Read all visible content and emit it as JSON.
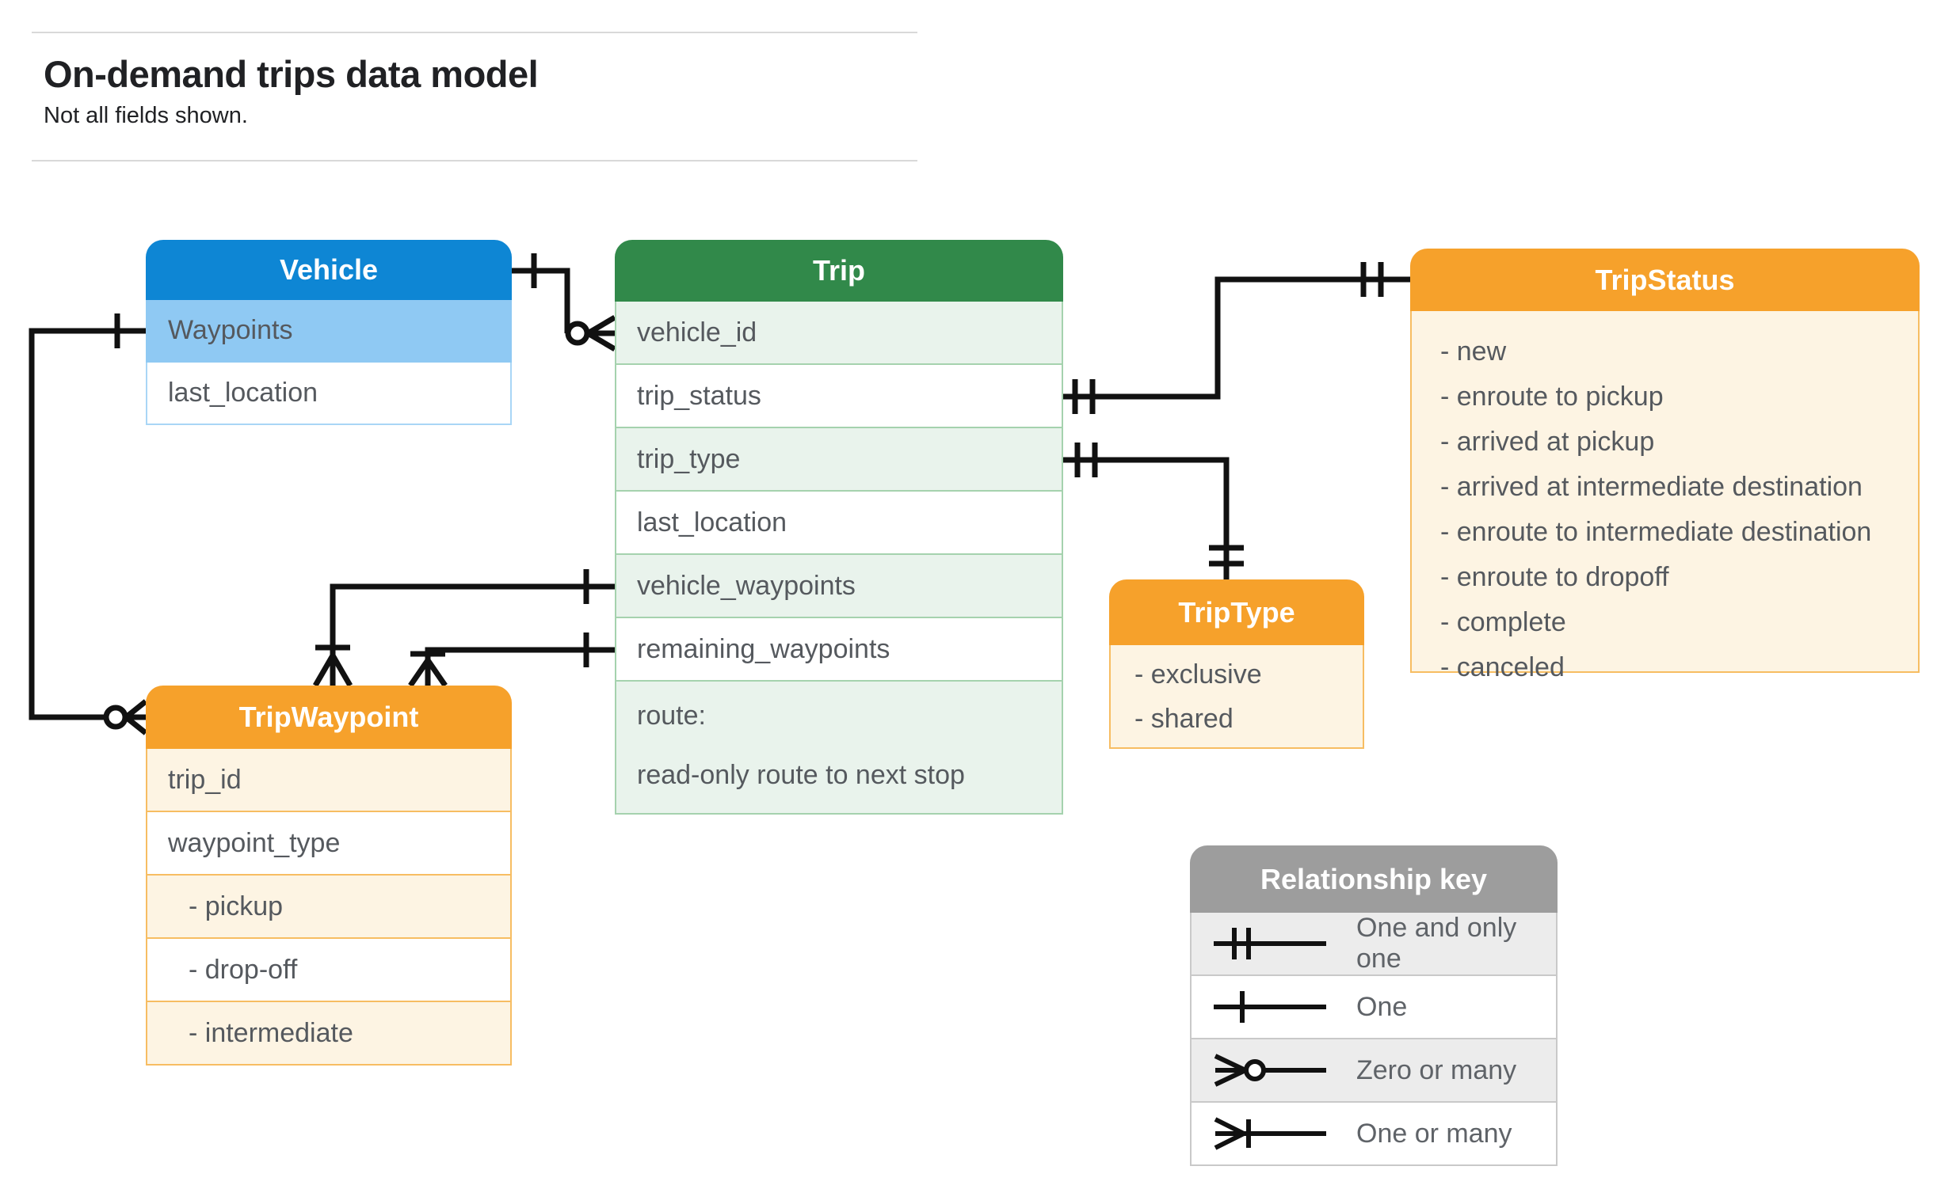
{
  "header": {
    "title": "On-demand trips data model",
    "subtitle": "Not all fields shown."
  },
  "entities": {
    "vehicle": {
      "title": "Vehicle",
      "rows": [
        {
          "label": "Waypoints"
        },
        {
          "label": "last_location"
        }
      ]
    },
    "trip": {
      "title": "Trip",
      "rows": [
        {
          "label": "vehicle_id"
        },
        {
          "label": "trip_status"
        },
        {
          "label": "trip_type"
        },
        {
          "label": "last_location"
        },
        {
          "label": "vehicle_waypoints"
        },
        {
          "label": "remaining_waypoints"
        },
        {
          "label": "route:",
          "sublabel": "read-only route to next stop"
        }
      ]
    },
    "trip_status": {
      "title": "TripStatus",
      "items": [
        "- new",
        "- enroute to pickup",
        "- arrived at pickup",
        "- arrived at intermediate destination",
        "- enroute to intermediate destination",
        "- enroute to dropoff",
        "- complete",
        "- canceled"
      ]
    },
    "trip_type": {
      "title": "TripType",
      "items": [
        "- exclusive",
        "- shared"
      ]
    },
    "trip_waypoint": {
      "title": "TripWaypoint",
      "rows": [
        {
          "label": "trip_id"
        },
        {
          "label": "waypoint_type"
        },
        {
          "label": "- pickup"
        },
        {
          "label": "- drop-off"
        },
        {
          "label": "- intermediate"
        }
      ]
    }
  },
  "legend": {
    "title": "Relationship key",
    "rows": [
      {
        "symbol": "one-and-only-one-icon",
        "label": "One and only one"
      },
      {
        "symbol": "one-icon",
        "label": "One"
      },
      {
        "symbol": "zero-or-many-icon",
        "label": "Zero or many"
      },
      {
        "symbol": "one-or-many-icon",
        "label": "One or many"
      }
    ]
  },
  "relationships": [
    {
      "from": "Vehicle",
      "to": "Trip.vehicle_id",
      "from_symbol": "one",
      "to_symbol": "zero-or-many"
    },
    {
      "from": "Vehicle.Waypoints",
      "to": "TripWaypoint",
      "from_symbol": "one",
      "to_symbol": "zero-or-many"
    },
    {
      "from": "Trip.trip_status",
      "to": "TripStatus",
      "from_symbol": "one-and-only-one",
      "to_symbol": "one-and-only-one"
    },
    {
      "from": "Trip.trip_type",
      "to": "TripType",
      "from_symbol": "one-and-only-one",
      "to_symbol": "one-and-only-one"
    },
    {
      "from": "Trip.vehicle_waypoints",
      "to": "TripWaypoint",
      "from_symbol": "one",
      "to_symbol": "one-or-many"
    },
    {
      "from": "Trip.remaining_waypoints",
      "to": "TripWaypoint",
      "from_symbol": "one",
      "to_symbol": "one-or-many"
    }
  ],
  "colors": {
    "vehicle_header": "#0e86d4",
    "vehicle_shade_row": "#8fc9f3",
    "trip_header": "#31894a",
    "trip_shade_row": "#e9f3ec",
    "orange_header": "#f6a12b",
    "orange_shade_row": "#fdf4e3",
    "key_header": "#9d9d9d",
    "key_shade_row": "#ececec",
    "row_text": "#55595e",
    "connector": "#111111"
  }
}
